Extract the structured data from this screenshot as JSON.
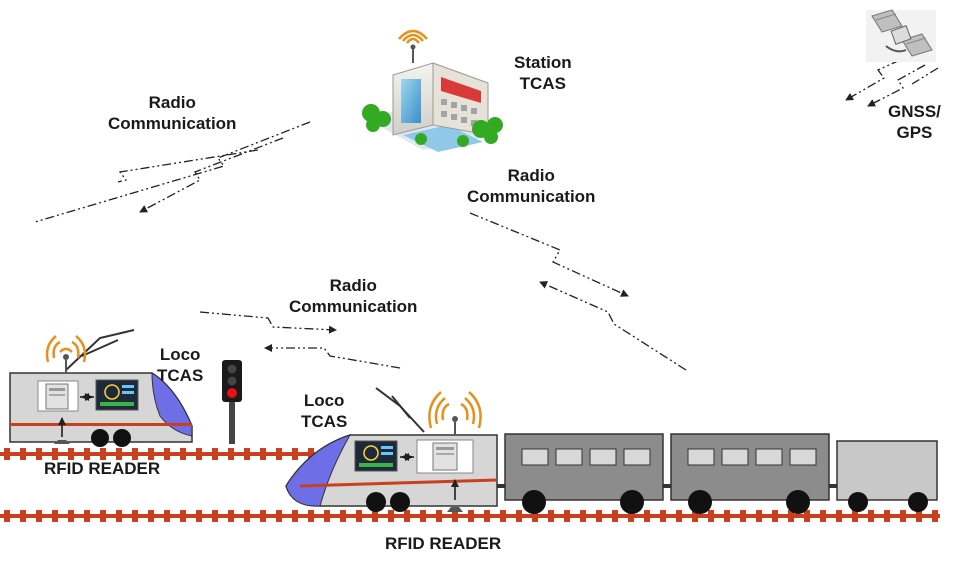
{
  "labels": {
    "radio_1": [
      "Radio",
      "Communication"
    ],
    "radio_2": [
      "Radio",
      "Communication"
    ],
    "radio_3": [
      "Radio",
      "Communication"
    ],
    "station": [
      "Station",
      "TCAS"
    ],
    "gnss": [
      "GNSS/",
      "GPS"
    ],
    "loco_1": [
      "Loco",
      "TCAS"
    ],
    "loco_2": [
      "Loco",
      "TCAS"
    ],
    "rfid_1": "RFID READER",
    "rfid_2": "RFID READER"
  },
  "colors": {
    "rail": "#c8401e",
    "loco_body": "#d6d6d6",
    "loco_nose": "#6e6ee6",
    "coach_body": "#8c8c8c",
    "last_coach": "#c8c8c8",
    "antenna_wave": "#e8901e",
    "signal_red": "#e81010",
    "building_green": "#33aa22"
  },
  "icons": [
    "satellite-icon",
    "station-building-icon",
    "signal-light-icon",
    "antenna-icon",
    "computer-tower-icon",
    "display-panel-icon"
  ]
}
